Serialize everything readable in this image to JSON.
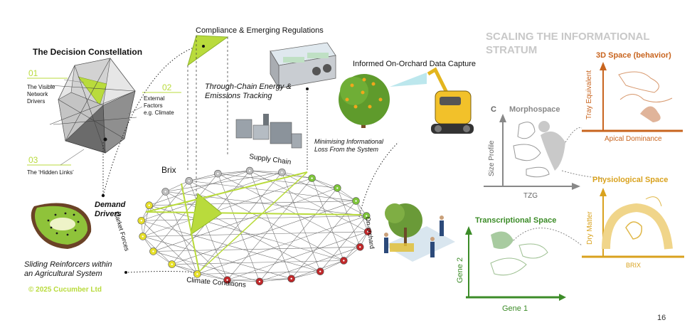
{
  "decision": {
    "title": "The Decision Constellation",
    "item1_num": "01",
    "item1_text_a": "The Visible",
    "item1_text_b": "Network",
    "item1_text_c": "Drivers",
    "item2_num": "02",
    "item2_text_a": "External",
    "item2_text_b": "Factors",
    "item2_text_c": "e.g. Climate",
    "item3_num": "03",
    "item3_text": "The ‘Hidden Links’"
  },
  "network": {
    "compliance": "Compliance & Emerging Regulations",
    "energy_a": "Through-Chain Energy &",
    "energy_b": "Emissions Tracking",
    "onorchard_capture": "Informed On-Orchard Data Capture",
    "min_loss_a": "Minimising Informational",
    "min_loss_b": "Loss From the System",
    "brix": "Brix",
    "supply_chain": "Supply Chain",
    "market_forces": "Market Forces",
    "on_orchard": "On-orchard",
    "climate": "Climate Conditions",
    "demand_a": "Demand",
    "demand_b": "Drivers",
    "sliding_a": "Sliding Reinforcers within",
    "sliding_b": "an Agricultural System"
  },
  "scaling": {
    "title_a": "SCALING THE INFORMATIONAL",
    "title_b": "STRATUM",
    "space3d": "3D Space (behavior)",
    "tray": "Tray Equivalent",
    "apical": "Apical Dominance",
    "c_label": "C",
    "morpho": "Morphospace",
    "size_profile": "Size Profile",
    "tzg": "TZG",
    "physio": "Physiological Space",
    "dry_matter": "Dry Matter",
    "brix_axis": "BRIX",
    "transcript": "Transcriptional Space",
    "gene2": "Gene 2",
    "gene1": "Gene 1"
  },
  "footer": {
    "copyright": "© 2025 Cucumber Ltd",
    "page": "16"
  },
  "colors": {
    "lime": "#b9db3c",
    "dark_lime": "#8db32a",
    "orange": "#c8641e",
    "gold": "#d9a21e",
    "green": "#3c8c28",
    "grey": "#bdbdbd",
    "red": "#c0282a"
  }
}
